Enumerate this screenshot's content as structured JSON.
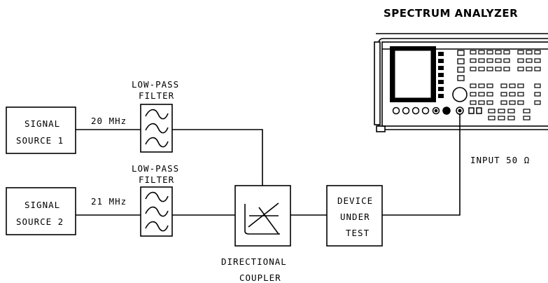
{
  "instrument": {
    "title": "SPECTRUM ANALYZER",
    "input_label": "INPUT 50 Ω"
  },
  "sources": [
    {
      "line1": "SIGNAL",
      "line2": "SOURCE 1",
      "frequency": "20 MHz"
    },
    {
      "line1": "SIGNAL",
      "line2": "SOURCE 2",
      "frequency": "21 MHz"
    }
  ],
  "filters": [
    {
      "line1": "LOW-PASS",
      "line2": "FILTER"
    },
    {
      "line1": "LOW-PASS",
      "line2": "FILTER"
    }
  ],
  "coupler": {
    "line1": "DIRECTIONAL",
    "line2": "COUPLER"
  },
  "dut": {
    "line1": "DEVICE",
    "line2": "UNDER",
    "line3": "TEST"
  }
}
